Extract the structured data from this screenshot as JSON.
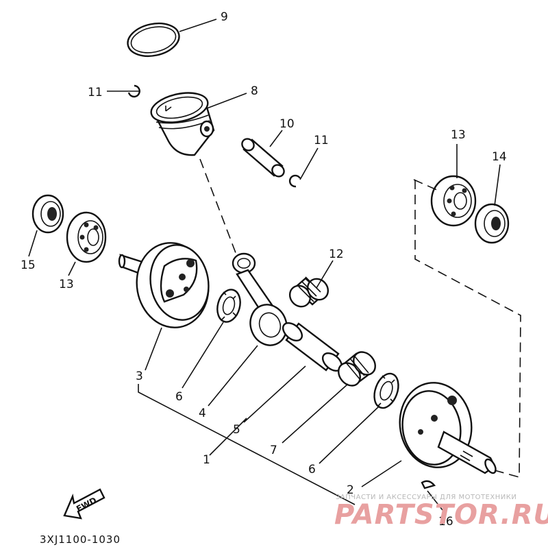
{
  "diagram": {
    "callouts": {
      "c1": "1",
      "c2": "2",
      "c3": "3",
      "c4": "4",
      "c5": "5",
      "c6a": "6",
      "c6b": "6",
      "c7": "7",
      "c8": "8",
      "c9": "9",
      "c10": "10",
      "c11a": "11",
      "c11b": "11",
      "c12": "12",
      "c13a": "13",
      "c13b": "13",
      "c14": "14",
      "c15": "15",
      "c16": "16"
    },
    "fwd_label": "FWD",
    "drawing_code": "3XJ1100-1030"
  },
  "watermark": {
    "caption": "ЗАПЧАСТИ И АКСЕССУАРЫ ДЛЯ МОТОТЕХНИКИ",
    "brand": "PARTSTOR.RU",
    "brand_color": "#e8a0a0"
  }
}
